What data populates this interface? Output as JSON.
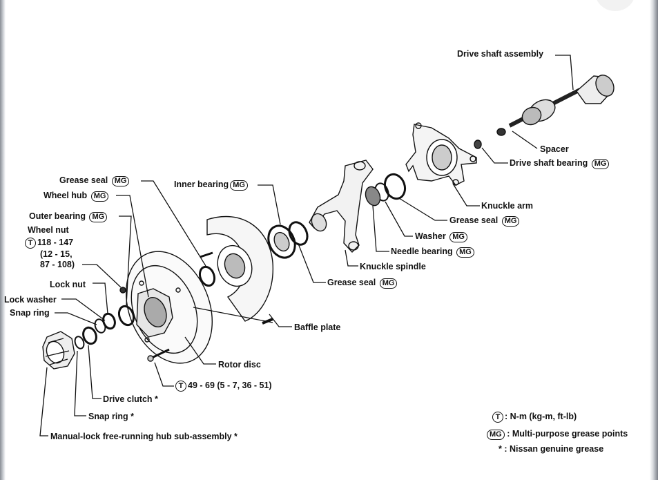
{
  "badges": {
    "mg": "MG",
    "t": "T"
  },
  "labels": {
    "drive_shaft_assembly": "Drive shaft assembly",
    "spacer": "Spacer",
    "drive_shaft_bearing": "Drive shaft bearing",
    "knuckle_arm": "Knuckle arm",
    "grease_seal_right": "Grease seal",
    "washer": "Washer",
    "needle_bearing": "Needle bearing",
    "knuckle_spindle": "Knuckle spindle",
    "grease_seal_lower": "Grease seal",
    "inner_bearing": "Inner bearing",
    "grease_seal_top": "Grease seal",
    "wheel_hub": "Wheel hub",
    "outer_bearing": "Outer bearing",
    "wheel_nut": "Wheel nut",
    "wheel_nut_torque_1": "118 - 147",
    "wheel_nut_torque_2": "(12 - 15,",
    "wheel_nut_torque_3": "87 - 108)",
    "lock_nut": "Lock nut",
    "lock_washer": "Lock washer",
    "snap_ring_left": "Snap ring",
    "baffle_plate": "Baffle plate",
    "rotor_disc": "Rotor disc",
    "rotor_bolt_torque": "49 - 69 (5 - 7, 36 - 51)",
    "drive_clutch": "Drive clutch *",
    "snap_ring_bottom": "Snap ring *",
    "manual_lock_hub": "Manual-lock free-running hub sub-assembly *"
  },
  "legend": {
    "t_desc": ": N-m (kg-m, ft-lb)",
    "mg_desc": ": Multi-purpose grease points",
    "star_symbol": "*",
    "star_desc": ": Nissan genuine grease"
  }
}
